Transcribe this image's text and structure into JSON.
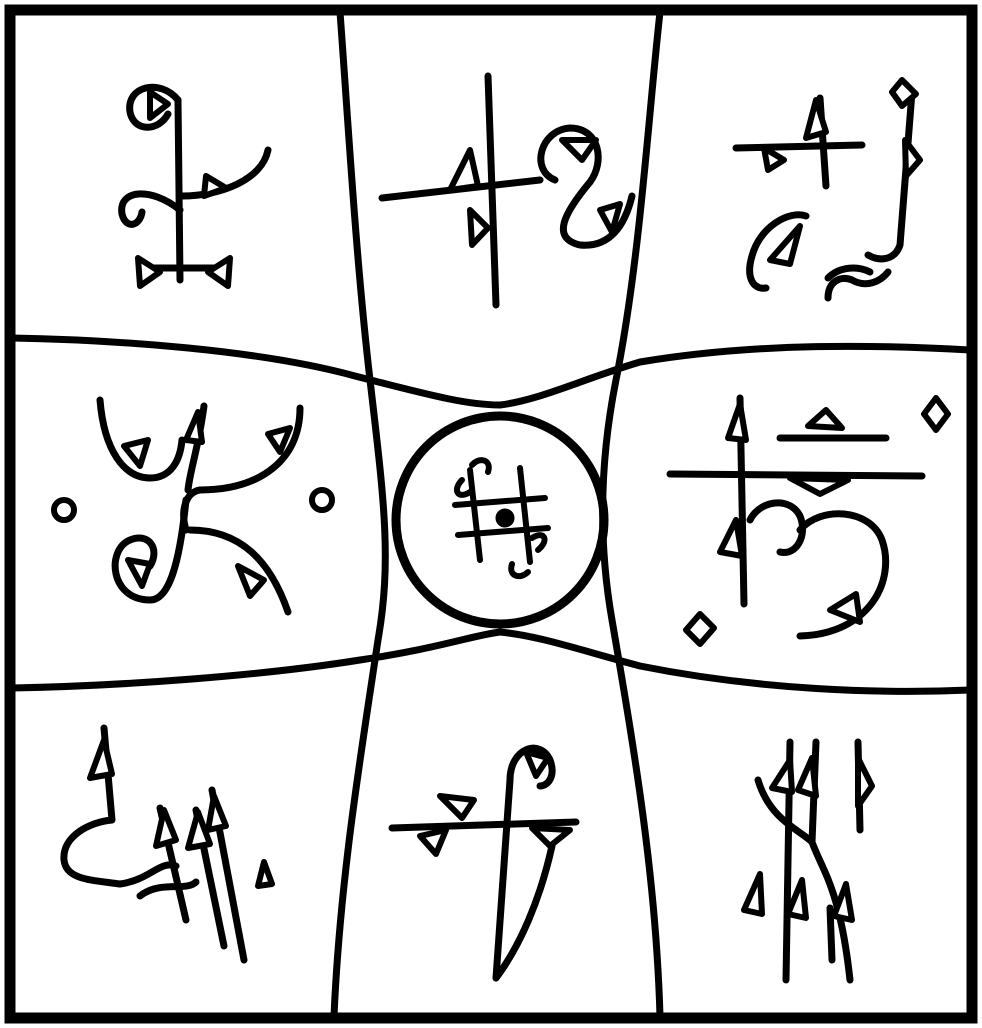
{
  "figure": {
    "kind": "magic-square-seal",
    "grid": "3x3",
    "center": "circle-with-sigil",
    "ink_color": "#000000",
    "paper_color": "#ffffff"
  },
  "cells": [
    {
      "position": "top-left",
      "glyph": "sigil-1"
    },
    {
      "position": "top-center",
      "glyph": "sigil-2"
    },
    {
      "position": "top-right",
      "glyph": "sigil-3"
    },
    {
      "position": "middle-left",
      "glyph": "sigil-4"
    },
    {
      "position": "center",
      "glyph": "center-sigil"
    },
    {
      "position": "middle-right",
      "glyph": "sigil-6"
    },
    {
      "position": "bottom-left",
      "glyph": "sigil-7"
    },
    {
      "position": "bottom-center",
      "glyph": "sigil-8"
    },
    {
      "position": "bottom-right",
      "glyph": "sigil-9"
    }
  ]
}
